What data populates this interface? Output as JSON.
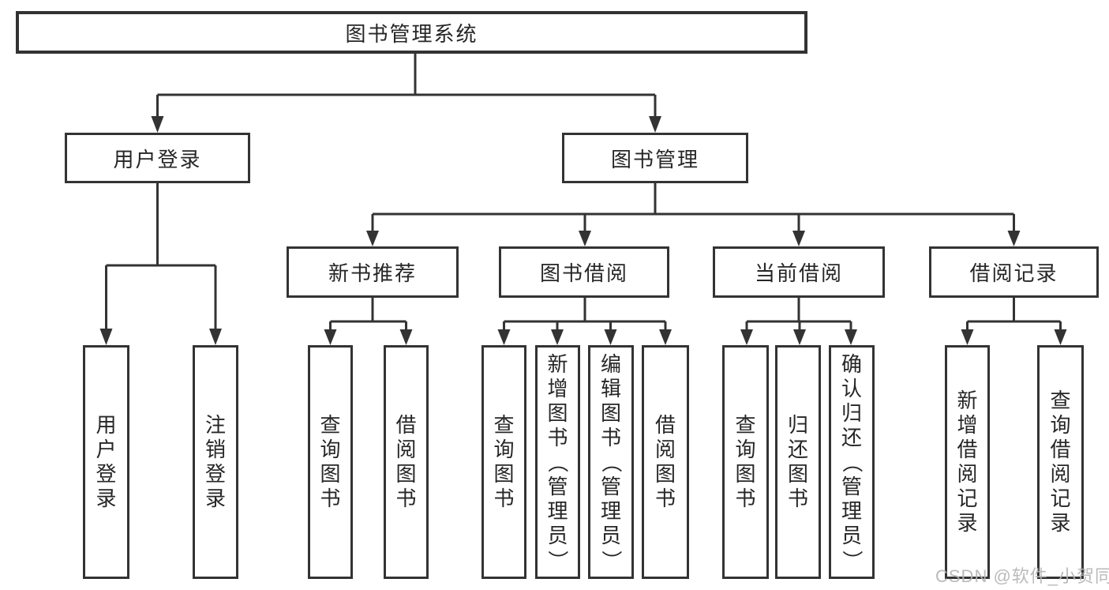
{
  "style": {
    "line_color": "#333333",
    "box_border_color": "#333333",
    "text_color": "#262626",
    "watermark_color": "#b5b5b5",
    "background": "#ffffff"
  },
  "watermark": {
    "text": "CSDN @软件_小贺同学"
  },
  "tree": {
    "label": "图书管理系统",
    "children": [
      {
        "label": "用户登录",
        "children": [
          {
            "label": "用户登录"
          },
          {
            "label": "注销登录"
          }
        ]
      },
      {
        "label": "图书管理",
        "children": [
          {
            "label": "新书推荐",
            "children": [
              {
                "label": "查询图书"
              },
              {
                "label": "借阅图书"
              }
            ]
          },
          {
            "label": "图书借阅",
            "children": [
              {
                "label": "查询图书"
              },
              {
                "label": "新增图书（管理员）"
              },
              {
                "label": "编辑图书（管理员）"
              },
              {
                "label": "借阅图书"
              }
            ]
          },
          {
            "label": "当前借阅",
            "children": [
              {
                "label": "查询图书"
              },
              {
                "label": "归还图书"
              },
              {
                "label": "确认归还（管理员）"
              }
            ]
          },
          {
            "label": "借阅记录",
            "children": [
              {
                "label": "新增借阅记录"
              },
              {
                "label": "查询借阅记录"
              }
            ]
          }
        ]
      }
    ]
  }
}
